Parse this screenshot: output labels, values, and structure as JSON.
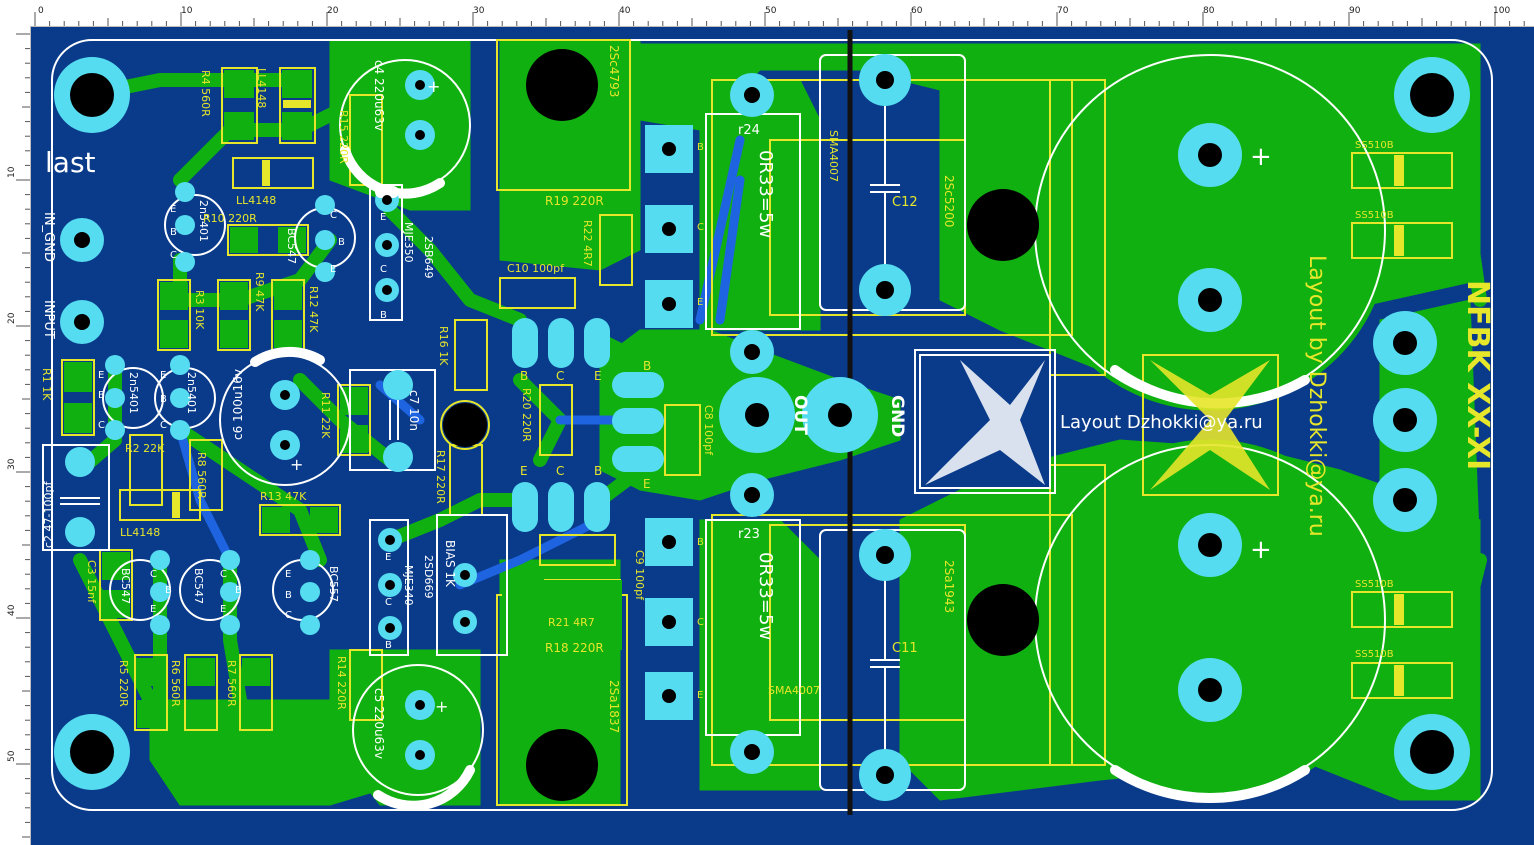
{
  "ruler": {
    "unit": "mm",
    "top_labels": [
      "0",
      "10",
      "20",
      "30",
      "40",
      "50",
      "60",
      "70",
      "80",
      "90",
      "100"
    ],
    "left_labels": [
      "10",
      "20",
      "30",
      "40",
      "50"
    ]
  },
  "colors": {
    "board": "#0a3b8a",
    "copper_top": "#10b010",
    "copper_bottom": "#1e63e0",
    "pad": "#55dcf0",
    "silkscreen_top": "#e6e62a",
    "silkscreen_bottom": "#ffffff",
    "hole": "#000000"
  },
  "board": {
    "name": "last",
    "credit": "Layout by Dzhokki@ya.ru",
    "mirrored_credit": "Layout Dzhokki@ya.ru",
    "brand_mirrored": "NFBK XX-XI"
  },
  "connectors": {
    "in_gnd": "IN_GND",
    "input": "INPUT",
    "out": "OUT",
    "gnd": "GND",
    "bias": "BIAS 1K"
  },
  "labels": {
    "r1": "R1 1K",
    "r2": "R2 22K",
    "r3": "R3 10K",
    "r4": "R4 560R",
    "r5": "R5 220R",
    "r6": "R6 560R",
    "r7": "R7 560R",
    "r8": "R8 560R",
    "r9": "R9 47K",
    "r10": "R10 220R",
    "r11": "R11 22K",
    "r12": "R12 47K",
    "r13": "R13 47K",
    "r14": "R14 220R",
    "r15": "R15 220R",
    "r16": "R16 1K",
    "r17": "R17 220R",
    "r18": "R18 220R",
    "r19": "R19 220R",
    "r20": "R20 220R",
    "r21": "R21 4R7",
    "r22": "R22 4R7",
    "r23": "r23",
    "r24": "r24",
    "r23_val": "0R33=5w",
    "r24_val": "0R33=5w",
    "c1": "c2 47-100pf",
    "c3": "C3 15nf",
    "c4": "c4 220u63v",
    "c5": "c5 220u63v",
    "c6": "c6 100u16v",
    "c7": "c7 10n",
    "c8": "C8 100pf",
    "c9": "C9 100pf",
    "c10": "C10 100pf",
    "c11": "C11",
    "c12": "C12",
    "q1": "2n5401",
    "q2": "2n5401",
    "q3": "2n5401",
    "q4": "BC547",
    "q5": "BC547",
    "q6": "BC557",
    "q7": "BC547",
    "q8": "MJE350",
    "q9": "2SB649",
    "q10": "MJE340",
    "q11": "2SD669",
    "q12": "2Sc5200",
    "q13": "2Sa1943",
    "q14": "2Sa1837",
    "q15": "2Sc4793",
    "d1": "LL4148",
    "d2": "LL4148",
    "d3": "LL4148",
    "d4": "SMA4007",
    "d5": "SMA4007",
    "d_ss1": "SS510B",
    "d_ss2": "SS510B",
    "d_ss3": "SS510B",
    "d_ss4": "SS510B",
    "pin_e": "E",
    "pin_b": "B",
    "pin_c": "C",
    "plus": "+"
  }
}
